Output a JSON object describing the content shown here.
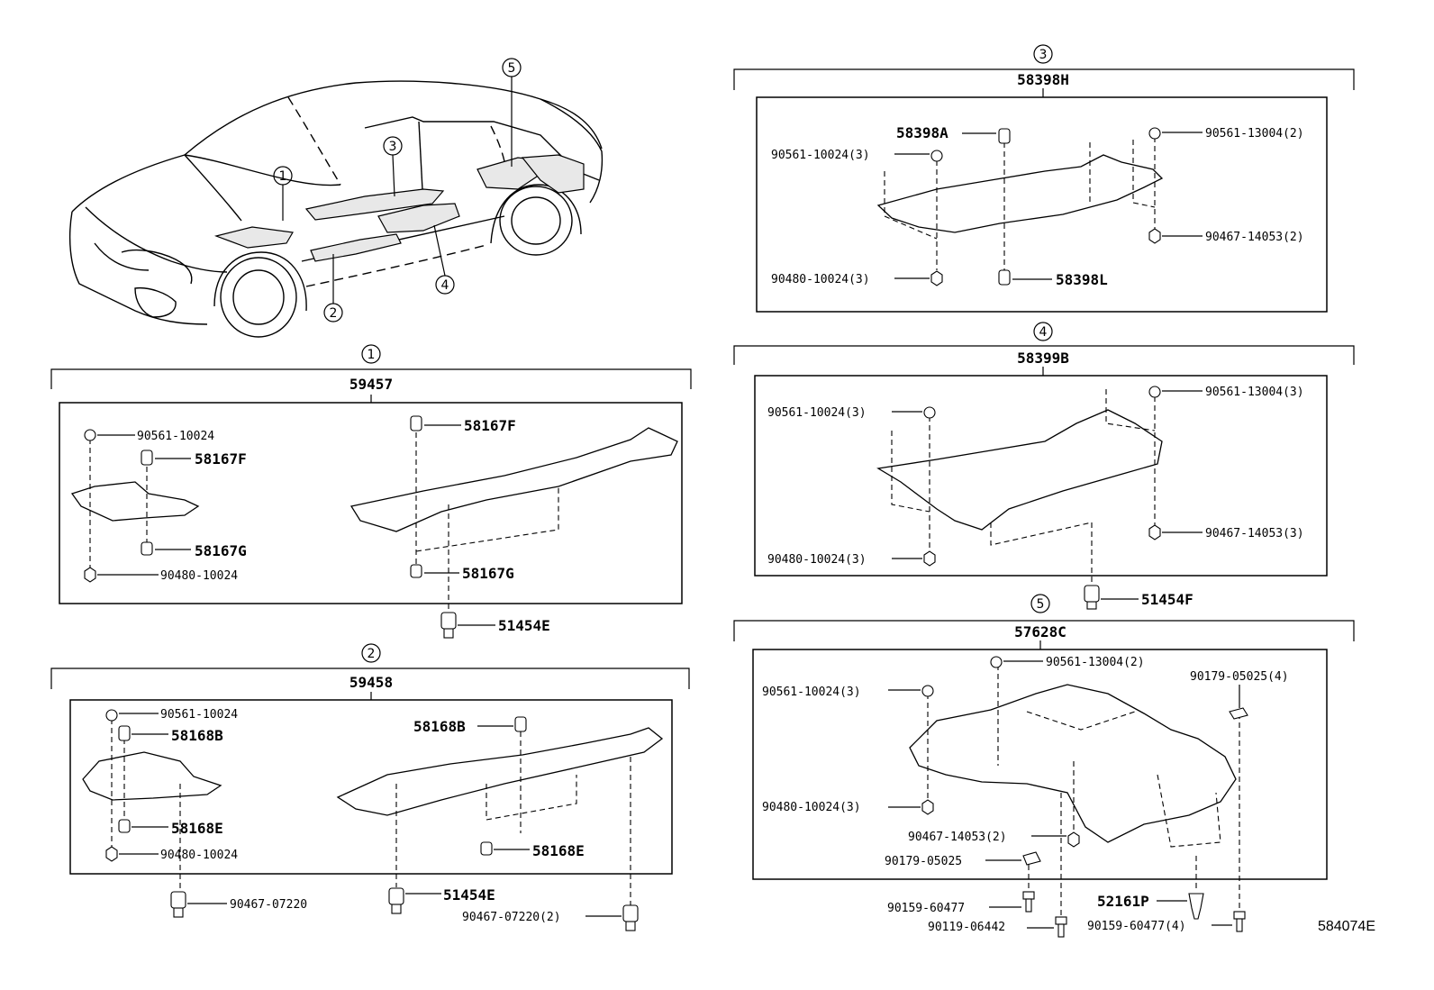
{
  "diagram_id": "584074E",
  "callouts": [
    "1",
    "2",
    "3",
    "4",
    "5"
  ],
  "group1": {
    "callout": "1",
    "assembly": "59457",
    "parts": {
      "clip_top": "90561-10024",
      "grommet_left_top": "58167F",
      "grommet_left_bottom": "58167G",
      "nut_left": "90480-10024",
      "grommet_right_top": "58167F",
      "grommet_right_bottom": "58167G",
      "bolt_below": "51454E"
    }
  },
  "group2": {
    "callout": "2",
    "assembly": "59458",
    "parts": {
      "clip_top": "90561-10024",
      "grommet_left_top": "58168B",
      "grommet_left_bottom": "58168E",
      "nut_left": "90480-10024",
      "grommet_right_top": "58168B",
      "grommet_right_bottom": "58168E",
      "bolt_left": "90467-07220",
      "bolt_middle": "51454E",
      "bolt_right": "90467-07220(2)"
    }
  },
  "group3": {
    "callout": "3",
    "assembly": "58398H",
    "parts": {
      "grommet_top": "58398A",
      "clip_left": "90561-10024(3)",
      "clip_right": "90561-13004(2)",
      "nut_right": "90467-14053(2)",
      "nut_left": "90480-10024(3)",
      "grommet_bottom": "58398L"
    }
  },
  "group4": {
    "callout": "4",
    "assembly": "58399B",
    "parts": {
      "clip_left": "90561-10024(3)",
      "clip_right": "90561-13004(3)",
      "nut_left": "90480-10024(3)",
      "nut_right": "90467-14053(3)",
      "bolt_below": "51454F"
    }
  },
  "group5": {
    "callout": "5",
    "assembly": "57628C",
    "parts": {
      "clip_top": "90561-13004(2)",
      "clip_left": "90561-10024(3)",
      "nut_clip_right": "90179-05025(4)",
      "nut_left": "90480-10024(3)",
      "nut_mid": "90467-14053(2)",
      "nut_clip_mid": "90179-05025",
      "bolt_a": "90159-60477",
      "bolt_b": "90119-06442",
      "pin": "52161P",
      "bolt_c": "90159-60477(4)"
    }
  }
}
